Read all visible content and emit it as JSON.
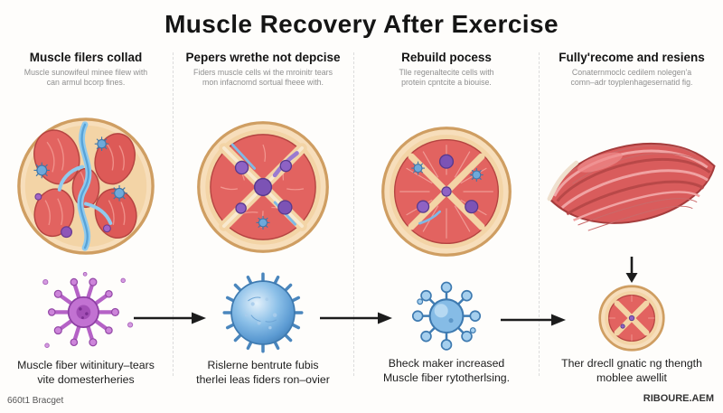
{
  "title": "Muscle Recovery After Exercise",
  "columns": [
    {
      "heading": "Muscle filers collad",
      "subtext": "Muscle sunowifeul minee filew with\ncan armul bcorp fines.",
      "caption": "Muscle fiber witinitury–tears\nvite domesterheries"
    },
    {
      "heading": "Pepers wrethe not depcise",
      "subtext": "Fiders muscle cells wi the mroinitr tears\nmon infacnomd sortual fheee with.",
      "caption": "Rislerne bentrute fubis\ntherlei leas fiders ron–ovier"
    },
    {
      "heading": "Rebuild pocess",
      "subtext": "Tlle regenaltecite cells with\nprotein cpntcite a biouise.",
      "caption": "Bheck maker increased\nMuscle fiber rytotherlsing."
    },
    {
      "heading": "Fully'recome and resiens",
      "subtext": "Conaternmoclc cedilem nolegen'a\ncomn–adr toyplenhagesernatid fig.",
      "caption": "Ther drecll gnatic ng thength\nmoblee awellit"
    }
  ],
  "credits": {
    "left": "660t1 Bracget",
    "right": "RIBOURE.AEM"
  },
  "icons": {
    "arrow_right": "→",
    "arrow_down": "↓"
  },
  "colors": {
    "muscle_red": "#e26360",
    "connective_tan": "#f3d4a6",
    "outline_brown": "#cf9e62",
    "vessel_blue": "#6ea9da",
    "cell_purple": "#b562c6",
    "arrow_black": "#1c1c1c"
  }
}
